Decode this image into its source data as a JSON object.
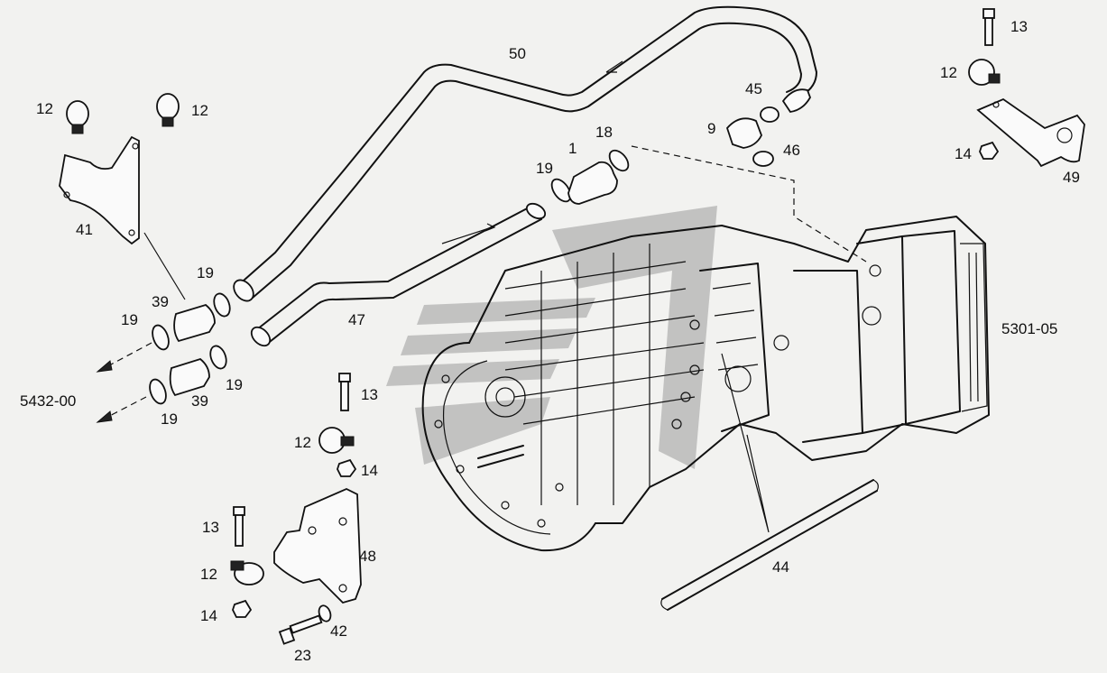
{
  "figure": {
    "diagram_code": "5301-05",
    "reference_code": "5432-00",
    "watermark_color": "#9a9a9a",
    "line_color": "#111111",
    "background_color": "#f2f2f0"
  },
  "callouts": {
    "c50": "50",
    "c45": "45",
    "c9": "9",
    "c46": "46",
    "c18": "18",
    "c1": "1",
    "c19a": "19",
    "c19b": "19",
    "c19c": "19",
    "c19d": "19",
    "c19e": "19",
    "c39a": "39",
    "c39b": "39",
    "c12a": "12",
    "c12b": "12",
    "c12c": "12",
    "c12d": "12",
    "c12e": "12",
    "c13a": "13",
    "c13b": "13",
    "c13c": "13",
    "c14a": "14",
    "c14b": "14",
    "c14c": "14",
    "c41": "41",
    "c47": "47",
    "c48": "48",
    "c49": "49",
    "c44": "44",
    "c42": "42",
    "c23": "23"
  }
}
